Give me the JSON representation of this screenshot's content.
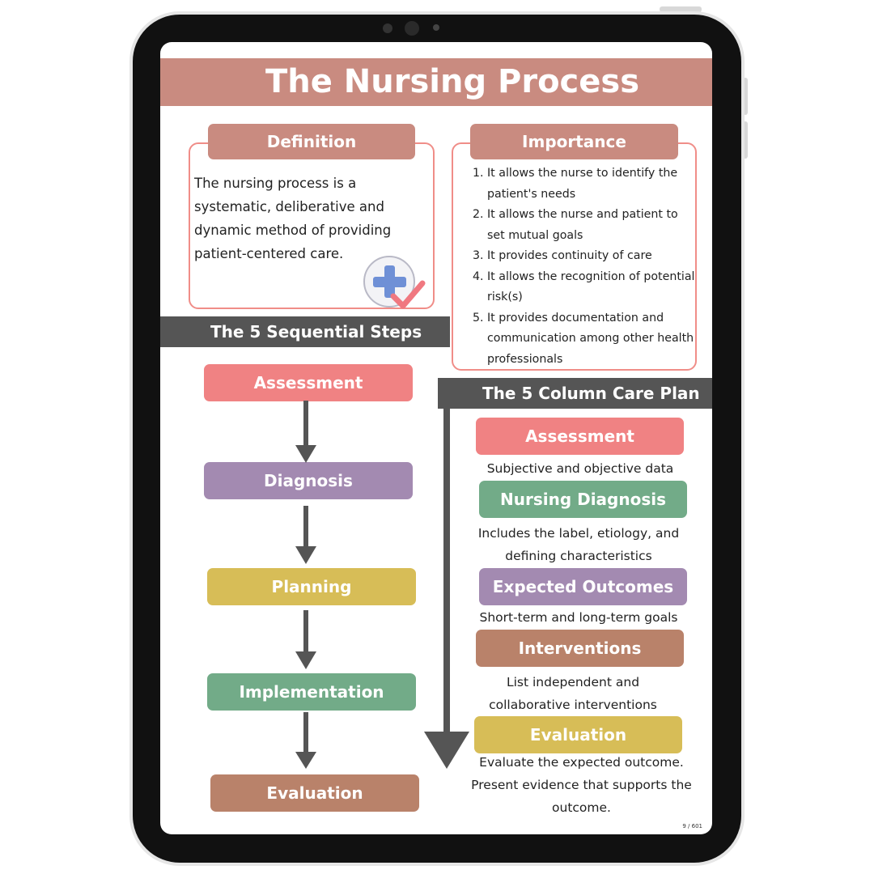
{
  "document": {
    "title": "The Nursing Process",
    "definition": {
      "heading": "Definition",
      "text": "The nursing process is a systematic, deliberative and dynamic method of providing patient-centered care."
    },
    "importance": {
      "heading": "Importance",
      "items": [
        "It allows the nurse to identify the patient's needs",
        "It allows the nurse and patient to set mutual goals",
        "It provides continuity of care",
        "It allows the recognition of potential risk(s)",
        "It provides documentation and communication among other health professionals"
      ]
    },
    "steps": {
      "heading": "The 5 Sequential Steps",
      "items": [
        "Assessment",
        "Diagnosis",
        "Planning",
        "Implementation",
        "Evaluation"
      ]
    },
    "care_plan": {
      "heading": "The 5 Column Care Plan",
      "columns": [
        {
          "label": "Assessment",
          "description": "Subjective and objective data"
        },
        {
          "label": "Nursing Diagnosis",
          "description": "Includes the label, etiology, and defining characteristics"
        },
        {
          "label": "Expected Outcomes",
          "description": "Short-term and long-term goals"
        },
        {
          "label": "Interventions",
          "description": "List independent and collaborative interventions"
        },
        {
          "label": "Evaluation",
          "description": "Evaluate the expected outcome. Present evidence that supports the outcome."
        }
      ]
    },
    "page_number": "9 / 601"
  },
  "colors": {
    "title_bar": "#c98b80",
    "heading_pill": "#c98b80",
    "box_border": "#f08d88",
    "dark_bar": "#555555",
    "assessment": "#f08283",
    "diagnosis": "#a38ab1",
    "planning": "#d7bd57",
    "implementation": "#72ab88",
    "evaluation": "#b9826a"
  },
  "icons": [
    "medical-cross-check-icon",
    "arrow-down-icon"
  ]
}
